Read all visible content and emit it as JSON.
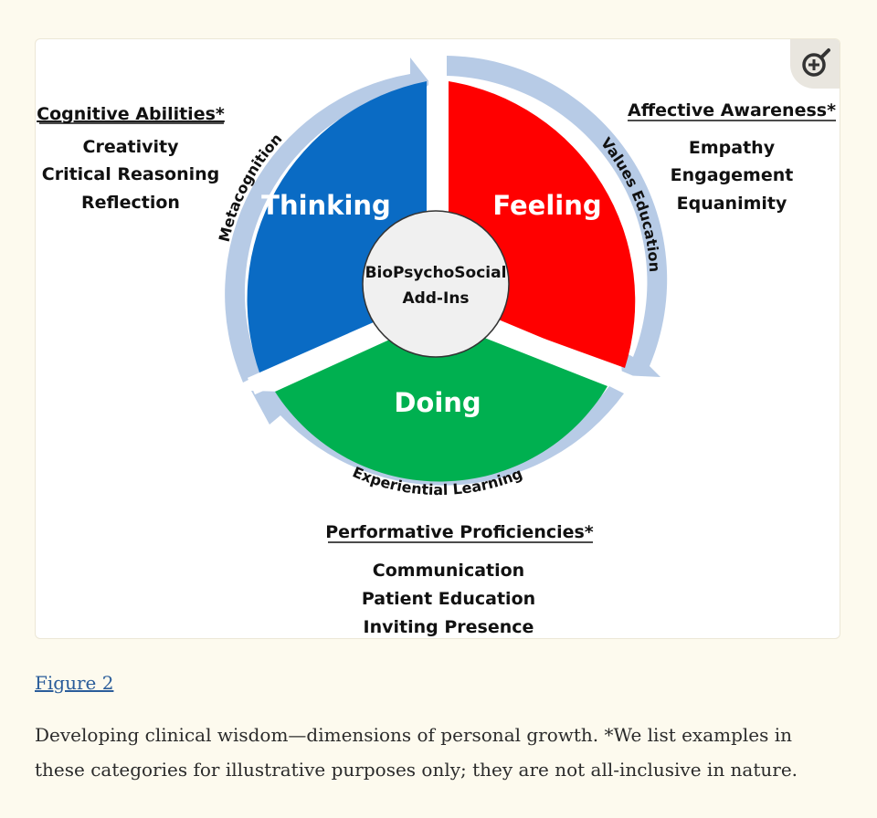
{
  "diagram": {
    "center_line1": "BioPsychoSocial",
    "center_line2": "Add-Ins",
    "sectors": {
      "thinking": {
        "label": "Thinking",
        "color": "#0a6bc4"
      },
      "feeling": {
        "label": "Feeling",
        "color": "#ff0000"
      },
      "doing": {
        "label": "Doing",
        "color": "#00b050"
      }
    },
    "ring_color": "#b7cbe6",
    "arrows": {
      "metacognition": "Metacognition",
      "values_education": "Values Education",
      "experiential_learning": "Experiential Learning"
    },
    "categories": {
      "cognitive": {
        "title": "Cognitive Abilities*",
        "items": [
          "Creativity",
          "Critical Reasoning",
          "Reflection"
        ]
      },
      "affective": {
        "title": "Affective Awareness*",
        "items": [
          "Empathy",
          "Engagement",
          "Equanimity"
        ]
      },
      "performative": {
        "title": "Performative Proficiencies*",
        "items": [
          "Communication",
          "Patient Education",
          "Inviting Presence"
        ]
      }
    }
  },
  "figure_link": "Figure 2",
  "caption": "Developing clinical wisdom—dimensions of personal growth. *We list examples in these categories for illustrative purposes only; they are not all-inclusive in nature.",
  "icons": {
    "zoom": "zoom-in-icon"
  }
}
